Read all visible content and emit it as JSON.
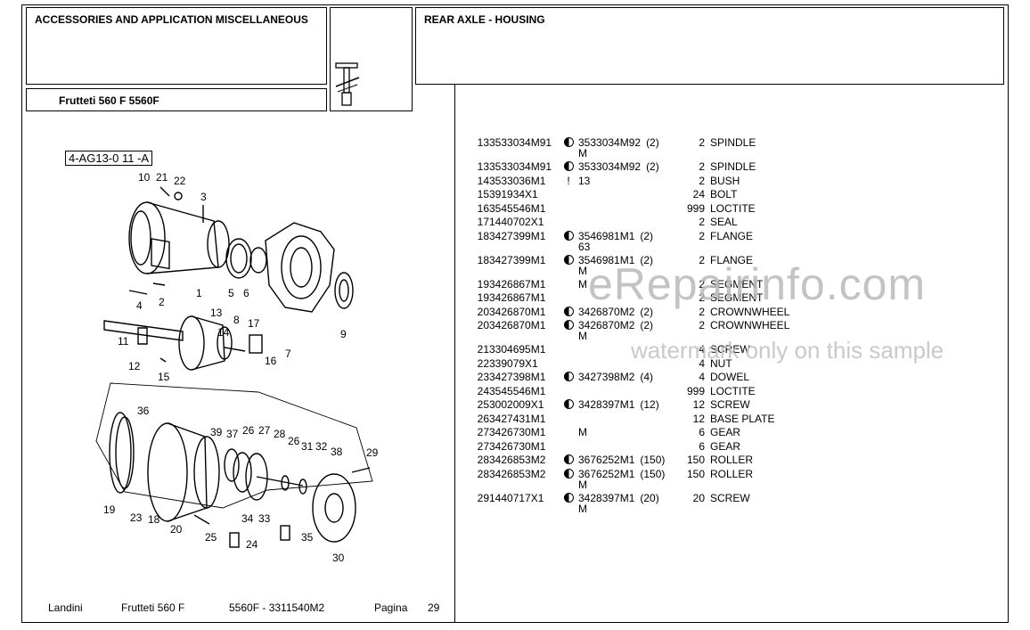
{
  "header": {
    "section_title": "ACCESSORIES AND APPLICATION MISCELLANEOUS",
    "model": "Frutteti 560 F 5560F",
    "group_title": "REAR AXLE - HOUSING"
  },
  "drawing": {
    "reference_code": "4-AG13-0 11 -A",
    "callouts": [
      "10",
      "21",
      "22",
      "3",
      "1",
      "5",
      "6",
      "2",
      "4",
      "7",
      "9",
      "13",
      "8",
      "17",
      "14",
      "11",
      "12",
      "15",
      "16",
      "36",
      "39",
      "37",
      "26",
      "27",
      "28",
      "26",
      "31",
      "32",
      "38",
      "29",
      "19",
      "23",
      "18",
      "20",
      "25",
      "24",
      "34",
      "33",
      "35",
      "30"
    ]
  },
  "parts": [
    {
      "no": "13",
      "pn": "3533034M91",
      "icon": "dot",
      "alt": "3533034M92",
      "alt_qty": "(2)",
      "alt_m": "M",
      "qty": "2",
      "desc": "SPINDLE"
    },
    {
      "no": "13",
      "pn": "3533034M91",
      "icon": "dot",
      "alt": "3533034M92",
      "alt_qty": "(2)",
      "alt_m": "",
      "qty": "2",
      "desc": "SPINDLE"
    },
    {
      "no": "14",
      "pn": "3533036M1",
      "icon": "!",
      "alt": "13",
      "alt_qty": "",
      "alt_m": "",
      "qty": "2",
      "desc": "BUSH"
    },
    {
      "no": "15",
      "pn": "391934X1",
      "icon": "",
      "alt": "",
      "alt_qty": "",
      "alt_m": "",
      "qty": "24",
      "desc": "BOLT"
    },
    {
      "no": "16",
      "pn": "3545546M1",
      "icon": "",
      "alt": "",
      "alt_qty": "",
      "alt_m": "",
      "qty": "999",
      "desc": "LOCTITE"
    },
    {
      "no": "17",
      "pn": "1440702X1",
      "icon": "",
      "alt": "",
      "alt_qty": "",
      "alt_m": "",
      "qty": "2",
      "desc": "SEAL"
    },
    {
      "no": "18",
      "pn": "3427399M1",
      "icon": "dot",
      "alt": "3546981M1",
      "alt_qty": "(2)",
      "alt_m": "63",
      "qty": "2",
      "desc": "FLANGE"
    },
    {
      "no": "18",
      "pn": "3427399M1",
      "icon": "dot",
      "alt": "3546981M1",
      "alt_qty": "(2)",
      "alt_m": "M",
      "qty": "2",
      "desc": "FLANGE"
    },
    {
      "no": "19",
      "pn": "3426867M1",
      "icon": "",
      "alt": "M",
      "alt_qty": "",
      "alt_m": "",
      "qty": "2",
      "desc": "SEGMENT"
    },
    {
      "no": "19",
      "pn": "3426867M1",
      "icon": "",
      "alt": "",
      "alt_qty": "",
      "alt_m": "",
      "qty": "2",
      "desc": "SEGMENT"
    },
    {
      "no": "20",
      "pn": "3426870M1",
      "icon": "dot",
      "alt": "3426870M2",
      "alt_qty": "(2)",
      "alt_m": "",
      "qty": "2",
      "desc": "CROWNWHEEL"
    },
    {
      "no": "20",
      "pn": "3426870M1",
      "icon": "dot",
      "alt": "3426870M2",
      "alt_qty": "(2)",
      "alt_m": "M",
      "qty": "2",
      "desc": "CROWNWHEEL"
    },
    {
      "no": "21",
      "pn": "3304695M1",
      "icon": "",
      "alt": "",
      "alt_qty": "",
      "alt_m": "",
      "qty": "4",
      "desc": "SCREW"
    },
    {
      "no": "22",
      "pn": "339079X1",
      "icon": "",
      "alt": "",
      "alt_qty": "",
      "alt_m": "",
      "qty": "4",
      "desc": "NUT"
    },
    {
      "no": "23",
      "pn": "3427398M1",
      "icon": "dot",
      "alt": "3427398M2",
      "alt_qty": "(4)",
      "alt_m": "",
      "qty": "4",
      "desc": "DOWEL"
    },
    {
      "no": "24",
      "pn": "3545546M1",
      "icon": "",
      "alt": "",
      "alt_qty": "",
      "alt_m": "",
      "qty": "999",
      "desc": "LOCTITE"
    },
    {
      "no": "25",
      "pn": "3002009X1",
      "icon": "dot",
      "alt": "3428397M1",
      "alt_qty": "(12)",
      "alt_m": "",
      "qty": "12",
      "desc": "SCREW"
    },
    {
      "no": "26",
      "pn": "3427431M1",
      "icon": "",
      "alt": "",
      "alt_qty": "",
      "alt_m": "",
      "qty": "12",
      "desc": "BASE PLATE"
    },
    {
      "no": "27",
      "pn": "3426730M1",
      "icon": "",
      "alt": "M",
      "alt_qty": "",
      "alt_m": "",
      "qty": "6",
      "desc": "GEAR"
    },
    {
      "no": "27",
      "pn": "3426730M1",
      "icon": "",
      "alt": "",
      "alt_qty": "",
      "alt_m": "",
      "qty": "6",
      "desc": "GEAR"
    },
    {
      "no": "28",
      "pn": "3426853M2",
      "icon": "dot",
      "alt": "3676252M1",
      "alt_qty": "(150)",
      "alt_m": "",
      "qty": "150",
      "desc": "ROLLER"
    },
    {
      "no": "28",
      "pn": "3426853M2",
      "icon": "dot",
      "alt": "3676252M1",
      "alt_qty": "(150)",
      "alt_m": "M",
      "qty": "150",
      "desc": "ROLLER"
    },
    {
      "no": "29",
      "pn": "1440717X1",
      "icon": "dot",
      "alt": "3428397M1",
      "alt_qty": "(20)",
      "alt_m": "M",
      "qty": "20",
      "desc": "SCREW"
    }
  ],
  "watermark": {
    "site": "eRepairinfo.com",
    "note": "watermark only on this sample"
  },
  "footer": {
    "brand": "Landini",
    "model": "Frutteti 560 F",
    "code": "5560F - 3311540M2",
    "page_label": "Pagina",
    "page_number": "29"
  }
}
